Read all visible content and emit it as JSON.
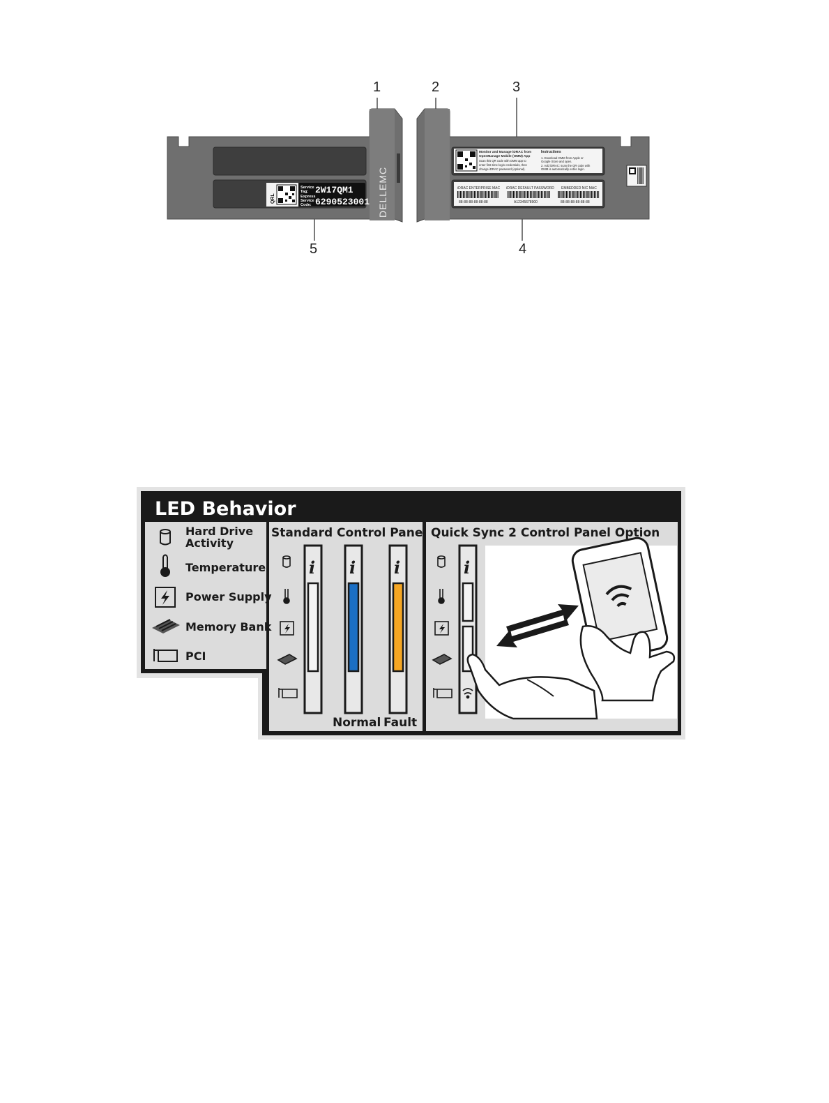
{
  "info_tag": {
    "callouts": [
      "1",
      "2",
      "3",
      "4",
      "5"
    ],
    "front_label": {
      "qrl": "QRL",
      "service_tag_caption_1": "Service",
      "service_tag_caption_2": "Tag:",
      "service_tag": "2W17QM1",
      "express_caption_1": "Express",
      "express_caption_2": "Service",
      "express_caption_3": "Code:",
      "express_code": "6290523001",
      "brand": "DELLEMC"
    },
    "back_label": {
      "omm_title_1": "Monitor and Manage iDRAC from",
      "omm_title_2": "OpenManage Mobile (OMM) App",
      "omm_body_1": "Scan this QR code with OMM app to",
      "omm_body_2": "enter first-time-login credentials, then",
      "omm_body_3": "change iDRAC password (optional).",
      "instr_title": "Instructions",
      "instr_1": "1. Download OMM from Apple or",
      "instr_2": "   Google Store and open.",
      "instr_3": "2. Add iDRAC: scan the QR code with",
      "instr_4": "   OMM is automatically entire login.",
      "mac_caption": "iDRAC ENTERPRISE MAC",
      "mac_value": "88-88-88-88-88-88",
      "pwd_caption": "iDRAC DEFAULT PASSWORD",
      "pwd_value": "A12345678900",
      "nic_caption": "EMBEDDED NIC MAC",
      "nic_value": "88-88-88-88-88-88"
    }
  },
  "led_behavior": {
    "title": "LED Behavior",
    "legend": [
      {
        "icon": "hard-drive-icon",
        "line1": "Hard Drive",
        "line2": "Activity"
      },
      {
        "icon": "thermometer-icon",
        "line1": "Temperature",
        "line2": ""
      },
      {
        "icon": "power-supply-icon",
        "line1": "Power Supply",
        "line2": ""
      },
      {
        "icon": "memory-bank-icon",
        "line1": "Memory Bank",
        "line2": ""
      },
      {
        "icon": "pci-icon",
        "line1": "PCI",
        "line2": ""
      }
    ],
    "standard_panel_title": "Standard Control Panel",
    "quick_sync_title": "Quick Sync 2 Control Panel Option",
    "info_glyph": "i",
    "normal_label": "Normal",
    "fault_label": "Fault",
    "colors": {
      "normal": "#1b6fc4",
      "fault": "#f5a623",
      "frame": "#1a1a1a",
      "panel_bg": "#dcdcdc"
    }
  }
}
